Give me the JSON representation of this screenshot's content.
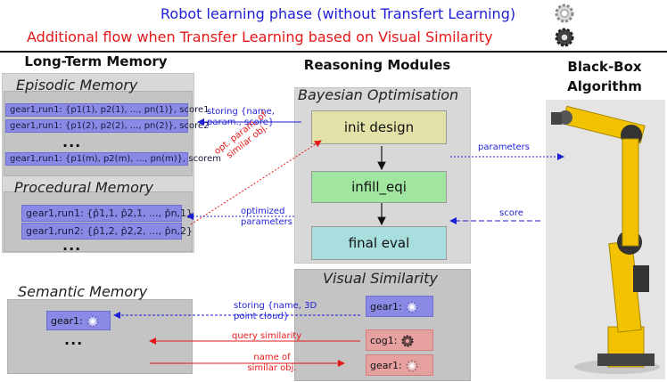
{
  "legend": {
    "phase1": "Robot learning phase (without Transfert Learning)",
    "phase2": "Additional flow when Transfer Learning based on Visual Similarity"
  },
  "columns": {
    "ltm": "Long-Term Memory",
    "reasoning": "Reasoning Modules",
    "blackbox": "Black-Box Algorithm"
  },
  "episodic": {
    "title": "Episodic Memory",
    "rows": [
      "gear1,run1: {p1(1), p2(1), ..., pn(1)}, score1",
      "gear1,run1: {p1(2), p2(2), ..., pn(2)}, score2",
      "gear1,run1: {p1(m), p2(m), ..., pn(m)}, scorem"
    ],
    "ellipsis": "..."
  },
  "procedural": {
    "title": "Procedural Memory",
    "rows": [
      "gear1,run1: {p̂1,1, p̂2,1, ..., p̂n,1}",
      "gear1,run2: {p̂1,2, p̂2,2, ..., p̂n,2}"
    ],
    "ellipsis": "..."
  },
  "semantic": {
    "title": "Semantic Memory",
    "item": "gear1:",
    "ellipsis": "..."
  },
  "bayes": {
    "title": "Bayesian Optimisation",
    "steps": [
      "init design",
      "infill_eqi",
      "final eval"
    ]
  },
  "visual": {
    "title": "Visual Similarity",
    "items": [
      "gear1:",
      "cog1:",
      "gear1:"
    ]
  },
  "arrows": {
    "storing_name": "storing {name, param., score}",
    "opt_param": "opt. param. of similar obj.",
    "optimized": "optimized parameters",
    "parameters": "parameters",
    "score": "score",
    "storing_cloud": "storing {name, 3D point cloud}",
    "query": "query similarity",
    "name_similar": "name of similar obj."
  },
  "colors": {
    "blue": "#1e1ed6",
    "red": "#e41818",
    "init": "#e2e2a8",
    "infill": "#a0e6a0",
    "final": "#a8dede",
    "robot": "#f2c200"
  }
}
